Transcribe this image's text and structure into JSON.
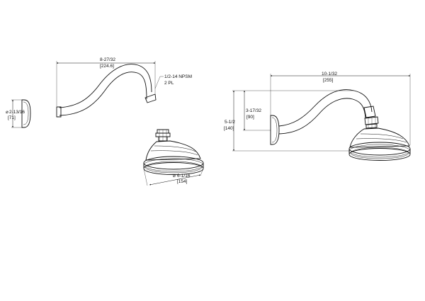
{
  "flange": {
    "dia_in": "2-13/16",
    "dia_mm": "[71]"
  },
  "arm": {
    "length_in": "8-27/32",
    "length_mm": "[224.6]",
    "thread_line1": "1/2-14  NPSM",
    "thread_line2": "2  PL"
  },
  "head": {
    "dia_in": "6-1/16",
    "dia_mm": "[154]"
  },
  "assembly": {
    "reach_in": "10-1/32",
    "reach_mm": "[255]",
    "drop_in": "3-17/32",
    "drop_mm": "[90]",
    "height_in": "5-1/2",
    "height_mm": "[140]"
  },
  "symbols": {
    "diameter": "⌀"
  }
}
